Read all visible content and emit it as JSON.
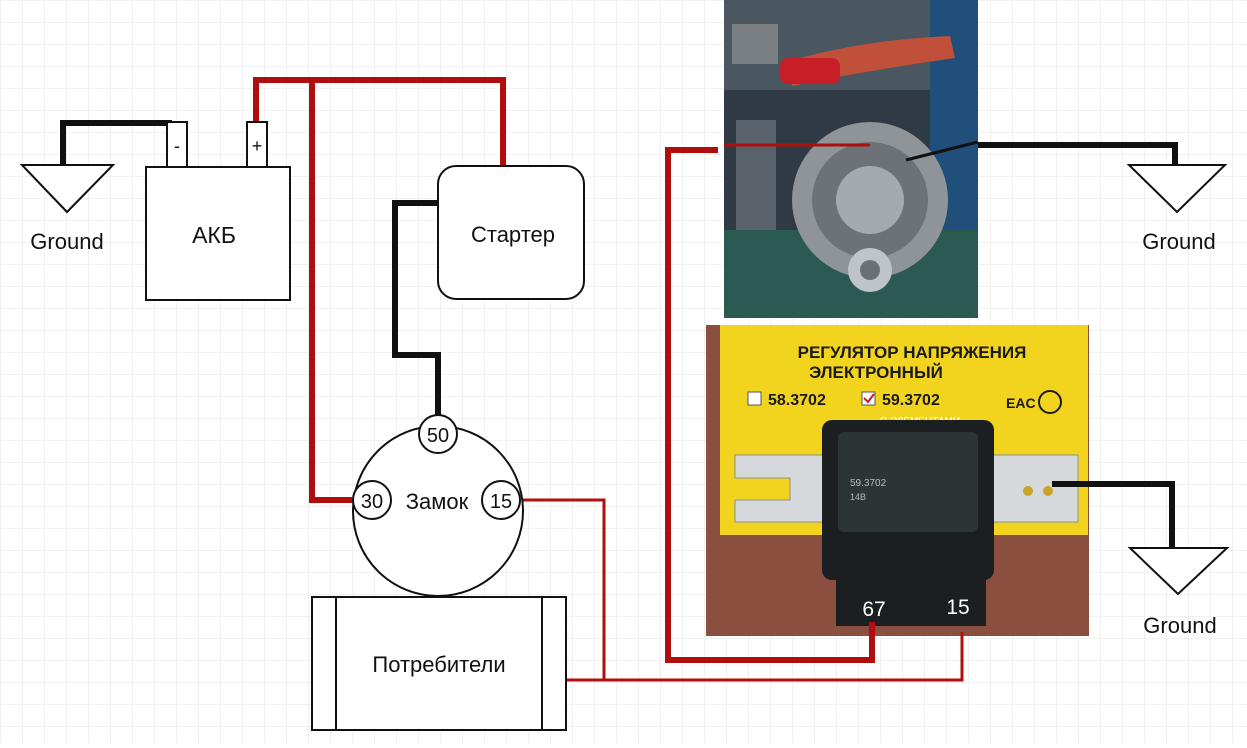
{
  "colors": {
    "power_wire": "#b00d0d",
    "ground_wire": "#111111",
    "label_background": "#f2d41e",
    "photo_dark": "#2f3a44"
  },
  "labels": {
    "ground_battery": "Ground",
    "ground_generator": "Ground",
    "ground_regulator": "Ground",
    "battery": "АКБ",
    "battery_minus": "-",
    "battery_plus": "+",
    "starter": "Стартер",
    "ignition": "Замок",
    "pin_50": "50",
    "pin_30": "30",
    "pin_15": "15",
    "consumers": "Потребители"
  },
  "regulator_photo": {
    "title_line1": "РЕГУЛЯТОР НАПРЯЖЕНИЯ",
    "title_line2": "ЭЛЕКТРОННЫЙ",
    "model_a": "58.3702",
    "model_b": "59.3702",
    "subtitle": "С ЭЛЕМЕНТАМИ",
    "device_model": "59.3702",
    "device_voltage": "14В",
    "terminal_67": "67",
    "terminal_15": "15"
  },
  "icons": {
    "ground": "ground-symbol-icon",
    "photo_generator": "generator-photo",
    "photo_regulator": "voltage-regulator-photo"
  }
}
